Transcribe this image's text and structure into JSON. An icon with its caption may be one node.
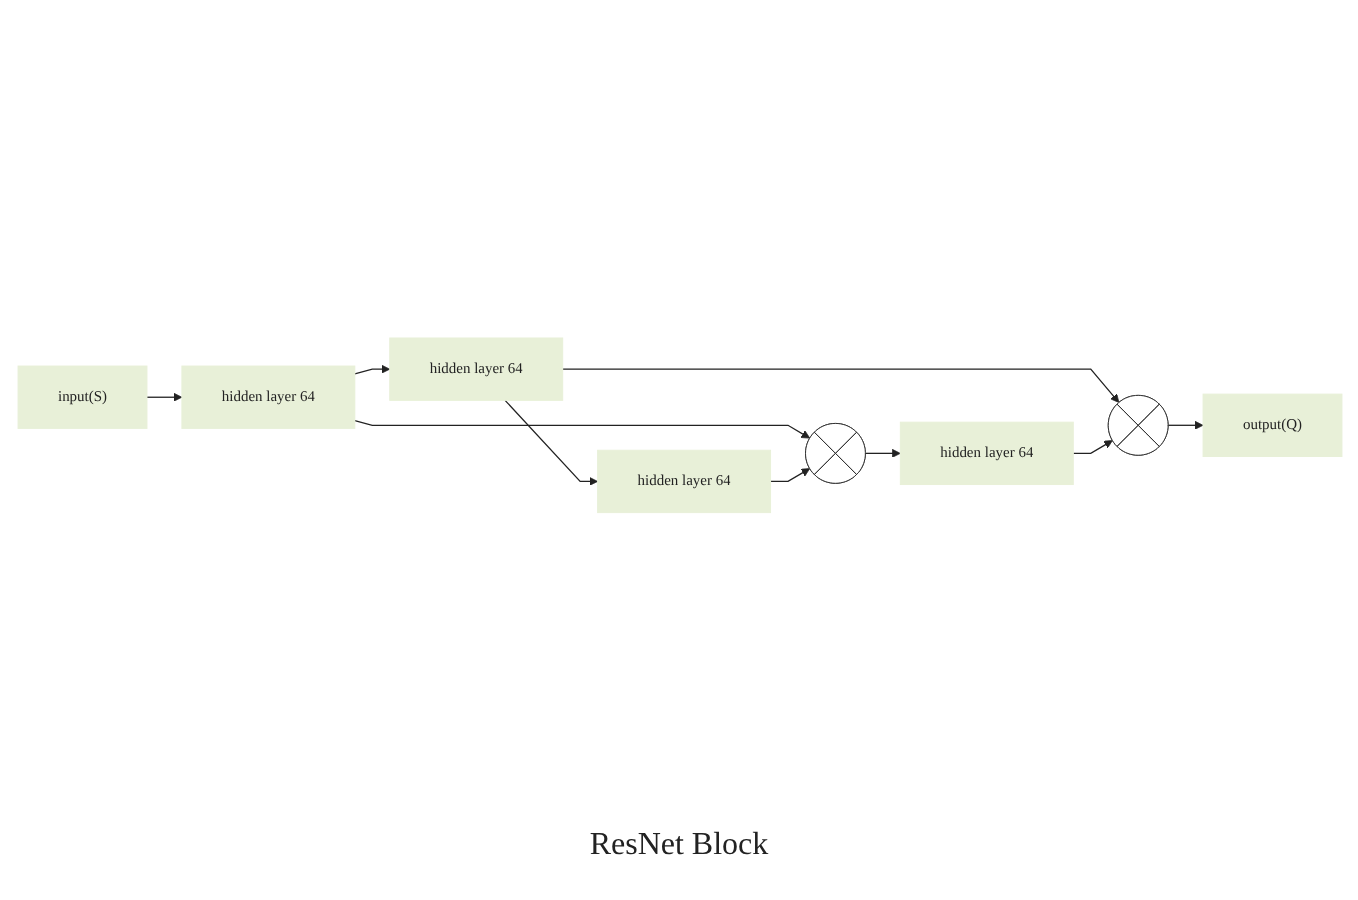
{
  "diagram": {
    "nodes": [
      {
        "text": [
          "input(S)"
        ]
      },
      {
        "text": [
          "hidden layer 64"
        ]
      },
      {
        "text": [
          "hidden layer 64"
        ]
      },
      {
        "text": [
          "hidden layer 64"
        ]
      },
      {
        "text": [],
        "shape": "circle"
      },
      {
        "text": [
          "hidden layer 64"
        ]
      },
      {
        "text": [],
        "shape": "circle"
      },
      {
        "text": [
          "output(Q)"
        ]
      }
    ],
    "edges": [
      {
        "from": 0,
        "to": 1,
        "arrow": "to"
      },
      {
        "from": 1,
        "to": 2,
        "arrow": "to"
      },
      {
        "from": 1,
        "to": 4,
        "arrow": "to"
      },
      {
        "from": 2,
        "to": 3,
        "arrow": "to"
      },
      {
        "from": 2,
        "to": 6,
        "arrow": "to"
      },
      {
        "from": 3,
        "to": 4,
        "arrow": "to"
      },
      {
        "from": 4,
        "to": 5,
        "arrow": "to"
      },
      {
        "from": 5,
        "to": 6,
        "arrow": "to"
      },
      {
        "from": 6,
        "to": 7,
        "arrow": "to"
      }
    ],
    "labels": [
      "ResNet Block"
    ]
  }
}
